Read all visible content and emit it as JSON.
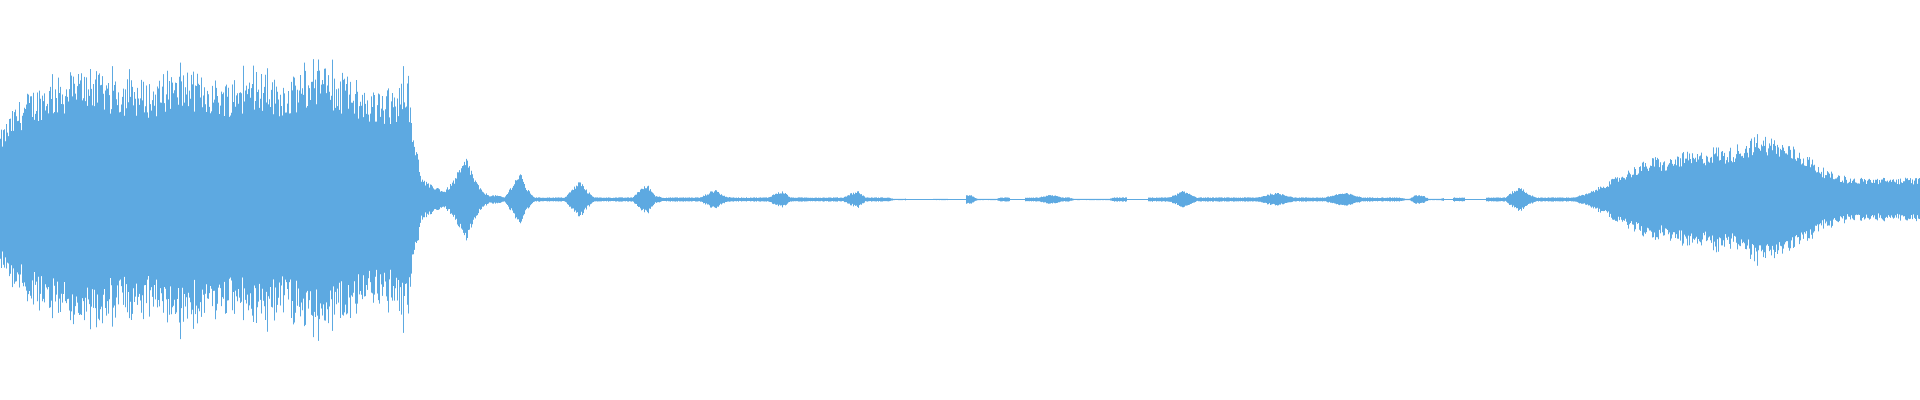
{
  "waveform": {
    "color": "#5DA9E1",
    "background": "#ffffff",
    "envelope": [
      0.31,
      0.37,
      0.43,
      0.47,
      0.5,
      0.52,
      0.54,
      0.55,
      0.56,
      0.57,
      0.58,
      0.6,
      0.6,
      0.58,
      0.57,
      0.56,
      0.56,
      0.55,
      0.55,
      0.55,
      0.54,
      0.55,
      0.55,
      0.56,
      0.58,
      0.59,
      0.58,
      0.57,
      0.56,
      0.55,
      0.55,
      0.55,
      0.56,
      0.58,
      0.6,
      0.58,
      0.56,
      0.55,
      0.55,
      0.56,
      0.58,
      0.6,
      0.62,
      0.61,
      0.59,
      0.57,
      0.55,
      0.53,
      0.51,
      0.5,
      0.49,
      0.48,
      0.49,
      0.52,
      0.62,
      0.3,
      0.1,
      0.07,
      0.06,
      0.04,
      0.08,
      0.14,
      0.2,
      0.1,
      0.04,
      0.02,
      0.02,
      0.01,
      0.07,
      0.13,
      0.05,
      0.01,
      0.01,
      0.01,
      0.01,
      0.01,
      0.05,
      0.09,
      0.04,
      0.01,
      0.01,
      0.01,
      0.01,
      0.01,
      0.01,
      0.05,
      0.07,
      0.02,
      0.01,
      0.01,
      0.01,
      0.01,
      0.01,
      0.01,
      0.03,
      0.05,
      0.02,
      0.01,
      0.01,
      0.01,
      0.01,
      0.01,
      0.01,
      0.03,
      0.04,
      0.01,
      0.01,
      0.01,
      0.01,
      0.01,
      0.01,
      0.01,
      0.01,
      0.03,
      0.04,
      0.01,
      0.01,
      0.01,
      0.01,
      0.0,
      0.0,
      0.02,
      0.03,
      0.01,
      0.0,
      0.0,
      0.0,
      0.0,
      0.02,
      0.02,
      0.0,
      0.0,
      0.0,
      0.01,
      0.01,
      0.01,
      0.01,
      0.01,
      0.01,
      0.02,
      0.02,
      0.01,
      0.01,
      0.0,
      0.0,
      0.0,
      0.0,
      0.0,
      0.01,
      0.01,
      0.01,
      0.01,
      0.01,
      0.01,
      0.01,
      0.01,
      0.02,
      0.04,
      0.03,
      0.01,
      0.01,
      0.01,
      0.01,
      0.01,
      0.01,
      0.01,
      0.01,
      0.01,
      0.02,
      0.03,
      0.03,
      0.02,
      0.01,
      0.01,
      0.01,
      0.01,
      0.01,
      0.02,
      0.03,
      0.03,
      0.02,
      0.01,
      0.01,
      0.01,
      0.01,
      0.01,
      0.01,
      0.0,
      0.02,
      0.02,
      0.0,
      0.0,
      0.01,
      0.01,
      0.01,
      0.01,
      0.01,
      0.01,
      0.01,
      0.01,
      0.01,
      0.04,
      0.06,
      0.03,
      0.01,
      0.01,
      0.01,
      0.01,
      0.01,
      0.01,
      0.02,
      0.03,
      0.05,
      0.07,
      0.09,
      0.11,
      0.13,
      0.15,
      0.17,
      0.18,
      0.2,
      0.18,
      0.19,
      0.21,
      0.22,
      0.21,
      0.22,
      0.23,
      0.25,
      0.23,
      0.24,
      0.26,
      0.27,
      0.29,
      0.31,
      0.29,
      0.28,
      0.26,
      0.25,
      0.23,
      0.21,
      0.18,
      0.15,
      0.13,
      0.12,
      0.11,
      0.1,
      0.1,
      0.1,
      0.1,
      0.1,
      0.1,
      0.1,
      0.1,
      0.1,
      0.1
    ],
    "gaps": [
      [
        0.472,
        0.486
      ],
      [
        0.494,
        0.503
      ],
      [
        0.526,
        0.534
      ],
      [
        0.587,
        0.598
      ],
      [
        0.752,
        0.757
      ],
      [
        0.763,
        0.774
      ]
    ]
  }
}
